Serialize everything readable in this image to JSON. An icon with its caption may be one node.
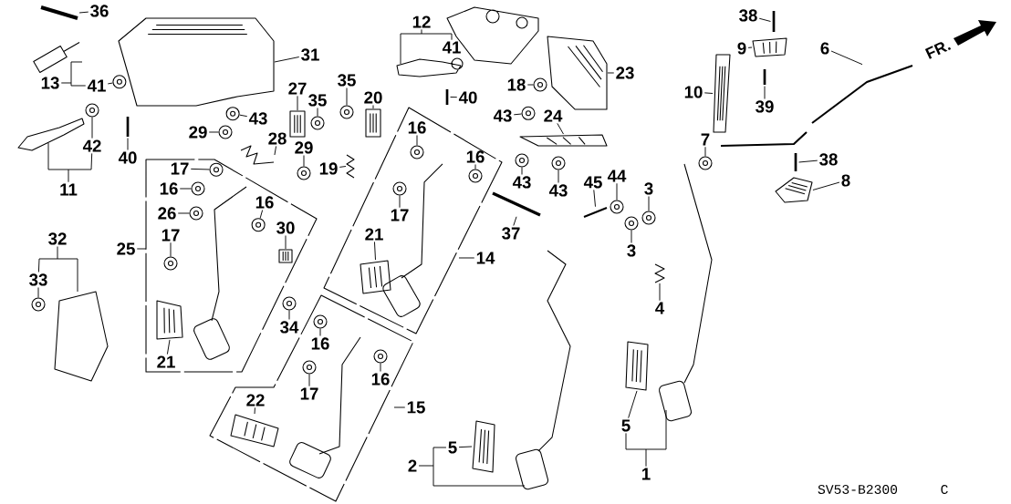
{
  "diagram": {
    "nodes": [
      {
        "text": [
          "36"
        ]
      },
      {
        "text": [
          "31"
        ]
      },
      {
        "text": [
          "12"
        ]
      },
      {
        "text": [
          "41"
        ]
      },
      {
        "text": [
          "13"
        ]
      },
      {
        "text": [
          "41"
        ]
      },
      {
        "text": [
          "42"
        ]
      },
      {
        "text": [
          "11"
        ]
      },
      {
        "text": [
          "40"
        ]
      },
      {
        "text": [
          "43"
        ]
      },
      {
        "text": [
          "27"
        ]
      },
      {
        "text": [
          "35"
        ]
      },
      {
        "text": [
          "35"
        ]
      },
      {
        "text": [
          "20"
        ]
      },
      {
        "text": [
          "29"
        ]
      },
      {
        "text": [
          "28"
        ]
      },
      {
        "text": [
          "29"
        ]
      },
      {
        "text": [
          "19"
        ]
      },
      {
        "text": [
          "17"
        ]
      },
      {
        "text": [
          "16"
        ]
      },
      {
        "text": [
          "26"
        ]
      },
      {
        "text": [
          "16"
        ]
      },
      {
        "text": [
          "30"
        ]
      },
      {
        "text": [
          "32"
        ]
      },
      {
        "text": [
          "33"
        ]
      },
      {
        "text": [
          "25"
        ]
      },
      {
        "text": [
          "17"
        ]
      },
      {
        "text": [
          "21"
        ]
      },
      {
        "text": [
          "34"
        ]
      },
      {
        "text": [
          "21"
        ]
      },
      {
        "text": [
          "14"
        ]
      },
      {
        "text": [
          "16"
        ]
      },
      {
        "text": [
          "16"
        ]
      },
      {
        "text": [
          "17"
        ]
      },
      {
        "text": [
          "16"
        ]
      },
      {
        "text": [
          "16"
        ]
      },
      {
        "text": [
          "17"
        ]
      },
      {
        "text": [
          "22"
        ]
      },
      {
        "text": [
          "15"
        ]
      },
      {
        "text": [
          "5"
        ]
      },
      {
        "text": [
          "2"
        ]
      },
      {
        "text": [
          "18"
        ]
      },
      {
        "text": [
          "40"
        ]
      },
      {
        "text": [
          "43"
        ]
      },
      {
        "text": [
          "23"
        ]
      },
      {
        "text": [
          "24"
        ]
      },
      {
        "text": [
          "43"
        ]
      },
      {
        "text": [
          "43"
        ]
      },
      {
        "text": [
          "37"
        ]
      },
      {
        "text": [
          "45"
        ]
      },
      {
        "text": [
          "44"
        ]
      },
      {
        "text": [
          "3"
        ]
      },
      {
        "text": [
          "3"
        ]
      },
      {
        "text": [
          "4"
        ]
      },
      {
        "text": [
          "7"
        ]
      },
      {
        "text": [
          "10"
        ]
      },
      {
        "text": [
          "9"
        ]
      },
      {
        "text": [
          "38"
        ]
      },
      {
        "text": [
          "39"
        ]
      },
      {
        "text": [
          "6"
        ]
      },
      {
        "text": [
          "38"
        ]
      },
      {
        "text": [
          "8"
        ]
      },
      {
        "text": [
          "5"
        ]
      },
      {
        "text": [
          "1"
        ]
      },
      {
        "text": [],
        "shape": "picture"
      },
      {
        "text": [],
        "shape": "picture"
      },
      {
        "text": [],
        "shape": "circle"
      },
      {
        "text": [],
        "shape": "circle"
      },
      {
        "text": [],
        "shape": "picture"
      },
      {
        "text": [],
        "shape": "circle"
      },
      {
        "text": [],
        "shape": "picture"
      },
      {
        "text": [],
        "shape": "circle"
      },
      {
        "text": [],
        "shape": "circle"
      },
      {
        "text": [],
        "shape": "picture"
      },
      {
        "text": [],
        "shape": "circle"
      },
      {
        "text": [],
        "shape": "picture"
      },
      {
        "text": [],
        "shape": "circle"
      },
      {
        "text": [],
        "shape": "picture"
      },
      {
        "text": [],
        "shape": "circle"
      },
      {
        "text": [],
        "shape": "circle"
      },
      {
        "text": [],
        "shape": "circle"
      },
      {
        "text": [],
        "shape": "circle"
      },
      {
        "text": [],
        "shape": "picture"
      },
      {
        "text": [],
        "shape": "circle"
      },
      {
        "text": [],
        "shape": "circle"
      },
      {
        "text": [],
        "shape": "picture"
      },
      {
        "text": [],
        "shape": "circle"
      },
      {
        "text": [],
        "shape": "picture"
      },
      {
        "text": [],
        "shape": "circle"
      },
      {
        "text": [],
        "shape": "circle"
      },
      {
        "text": [],
        "shape": "circle"
      },
      {
        "text": [],
        "shape": "circle"
      },
      {
        "text": [],
        "shape": "circle"
      },
      {
        "text": [],
        "shape": "circle"
      },
      {
        "text": [],
        "shape": "picture"
      },
      {
        "text": [],
        "shape": "picture"
      },
      {
        "text": [],
        "shape": "circle"
      },
      {
        "text": [],
        "shape": "picture"
      },
      {
        "text": [],
        "shape": "circle"
      },
      {
        "text": [],
        "shape": "picture"
      },
      {
        "text": [],
        "shape": "picture"
      },
      {
        "text": [],
        "shape": "circle"
      },
      {
        "text": [],
        "shape": "circle"
      },
      {
        "text": [],
        "shape": "picture"
      },
      {
        "text": [],
        "shape": "picture"
      },
      {
        "text": [],
        "shape": "circle"
      },
      {
        "text": [],
        "shape": "circle"
      },
      {
        "text": [],
        "shape": "circle"
      },
      {
        "text": [],
        "shape": "picture"
      },
      {
        "text": [],
        "shape": "circle"
      },
      {
        "text": [],
        "shape": "picture"
      },
      {
        "text": [],
        "shape": "picture"
      },
      {
        "text": [],
        "shape": "picture"
      },
      {
        "text": [],
        "shape": "picture"
      },
      {
        "text": [],
        "shape": "picture"
      },
      {
        "text": [],
        "shape": "picture"
      },
      {
        "text": [],
        "shape": "picture"
      },
      {
        "text": [],
        "shape": "picture"
      }
    ],
    "edges": [
      {
        "from": 0,
        "to": 64,
        "arrow": "none"
      },
      {
        "from": 1,
        "to": 65,
        "arrow": "none"
      },
      {
        "from": 2,
        "to": 3,
        "arrow": "none"
      },
      {
        "from": 4,
        "to": 5,
        "arrow": "none"
      },
      {
        "from": 5,
        "to": 66,
        "arrow": "none"
      },
      {
        "from": 6,
        "to": 67,
        "arrow": "none"
      },
      {
        "from": 7,
        "to": 6,
        "arrow": "none"
      },
      {
        "from": 8,
        "to": 68,
        "arrow": "none"
      },
      {
        "from": 9,
        "to": 69,
        "arrow": "none"
      },
      {
        "from": 10,
        "to": 70,
        "arrow": "none"
      },
      {
        "from": 11,
        "to": 71,
        "arrow": "none"
      },
      {
        "from": 12,
        "to": 72,
        "arrow": "none"
      },
      {
        "from": 13,
        "to": 73,
        "arrow": "none"
      },
      {
        "from": 14,
        "to": 74,
        "arrow": "none"
      },
      {
        "from": 15,
        "to": 75,
        "arrow": "none"
      },
      {
        "from": 16,
        "to": 76,
        "arrow": "none"
      },
      {
        "from": 17,
        "to": 77,
        "arrow": "none"
      },
      {
        "from": 18,
        "to": 78,
        "arrow": "none"
      },
      {
        "from": 19,
        "to": 79,
        "arrow": "none"
      },
      {
        "from": 20,
        "to": 80,
        "arrow": "none"
      },
      {
        "from": 21,
        "to": 81,
        "arrow": "none"
      },
      {
        "from": 22,
        "to": 82,
        "arrow": "none"
      },
      {
        "from": 23,
        "to": 24,
        "arrow": "none"
      },
      {
        "from": 24,
        "to": 83,
        "arrow": "none"
      },
      {
        "from": 25,
        "to": null,
        "arrow": "none"
      },
      {
        "from": 26,
        "to": 84,
        "arrow": "none"
      },
      {
        "from": 27,
        "to": 85,
        "arrow": "none"
      },
      {
        "from": 28,
        "to": 86,
        "arrow": "none"
      },
      {
        "from": 29,
        "to": 87,
        "arrow": "none"
      },
      {
        "from": 30,
        "to": null,
        "arrow": "none"
      },
      {
        "from": 31,
        "to": 88,
        "arrow": "none"
      },
      {
        "from": 32,
        "to": 89,
        "arrow": "none"
      },
      {
        "from": 33,
        "to": 90,
        "arrow": "none"
      },
      {
        "from": 34,
        "to": 91,
        "arrow": "none"
      },
      {
        "from": 35,
        "to": 92,
        "arrow": "none"
      },
      {
        "from": 36,
        "to": 93,
        "arrow": "none"
      },
      {
        "from": 37,
        "to": 94,
        "arrow": "none"
      },
      {
        "from": 38,
        "to": null,
        "arrow": "none"
      },
      {
        "from": 39,
        "to": 95,
        "arrow": "none"
      },
      {
        "from": 40,
        "to": 39,
        "arrow": "none"
      },
      {
        "from": 41,
        "to": 96,
        "arrow": "none"
      },
      {
        "from": 42,
        "to": 97,
        "arrow": "none"
      },
      {
        "from": 43,
        "to": 98,
        "arrow": "none"
      },
      {
        "from": 44,
        "to": 99,
        "arrow": "none"
      },
      {
        "from": 45,
        "to": 100,
        "arrow": "none"
      },
      {
        "from": 46,
        "to": 101,
        "arrow": "none"
      },
      {
        "from": 47,
        "to": 102,
        "arrow": "none"
      },
      {
        "from": 48,
        "to": 103,
        "arrow": "none"
      },
      {
        "from": 49,
        "to": 104,
        "arrow": "none"
      },
      {
        "from": 50,
        "to": 105,
        "arrow": "none"
      },
      {
        "from": 51,
        "to": 106,
        "arrow": "none"
      },
      {
        "from": 52,
        "to": 107,
        "arrow": "none"
      },
      {
        "from": 53,
        "to": 108,
        "arrow": "none"
      },
      {
        "from": 54,
        "to": 109,
        "arrow": "none"
      },
      {
        "from": 55,
        "to": 110,
        "arrow": "none"
      },
      {
        "from": 56,
        "to": 111,
        "arrow": "none"
      },
      {
        "from": 57,
        "to": 112,
        "arrow": "none"
      },
      {
        "from": 58,
        "to": 113,
        "arrow": "none"
      },
      {
        "from": 59,
        "to": 114,
        "arrow": "none"
      },
      {
        "from": 60,
        "to": 115,
        "arrow": "none"
      },
      {
        "from": 61,
        "to": 116,
        "arrow": "none"
      },
      {
        "from": 62,
        "to": 117,
        "arrow": "none"
      },
      {
        "from": 63,
        "to": 62,
        "arrow": "none"
      }
    ],
    "labels": [
      "FR.",
      "SV53-B2300",
      "C"
    ]
  }
}
